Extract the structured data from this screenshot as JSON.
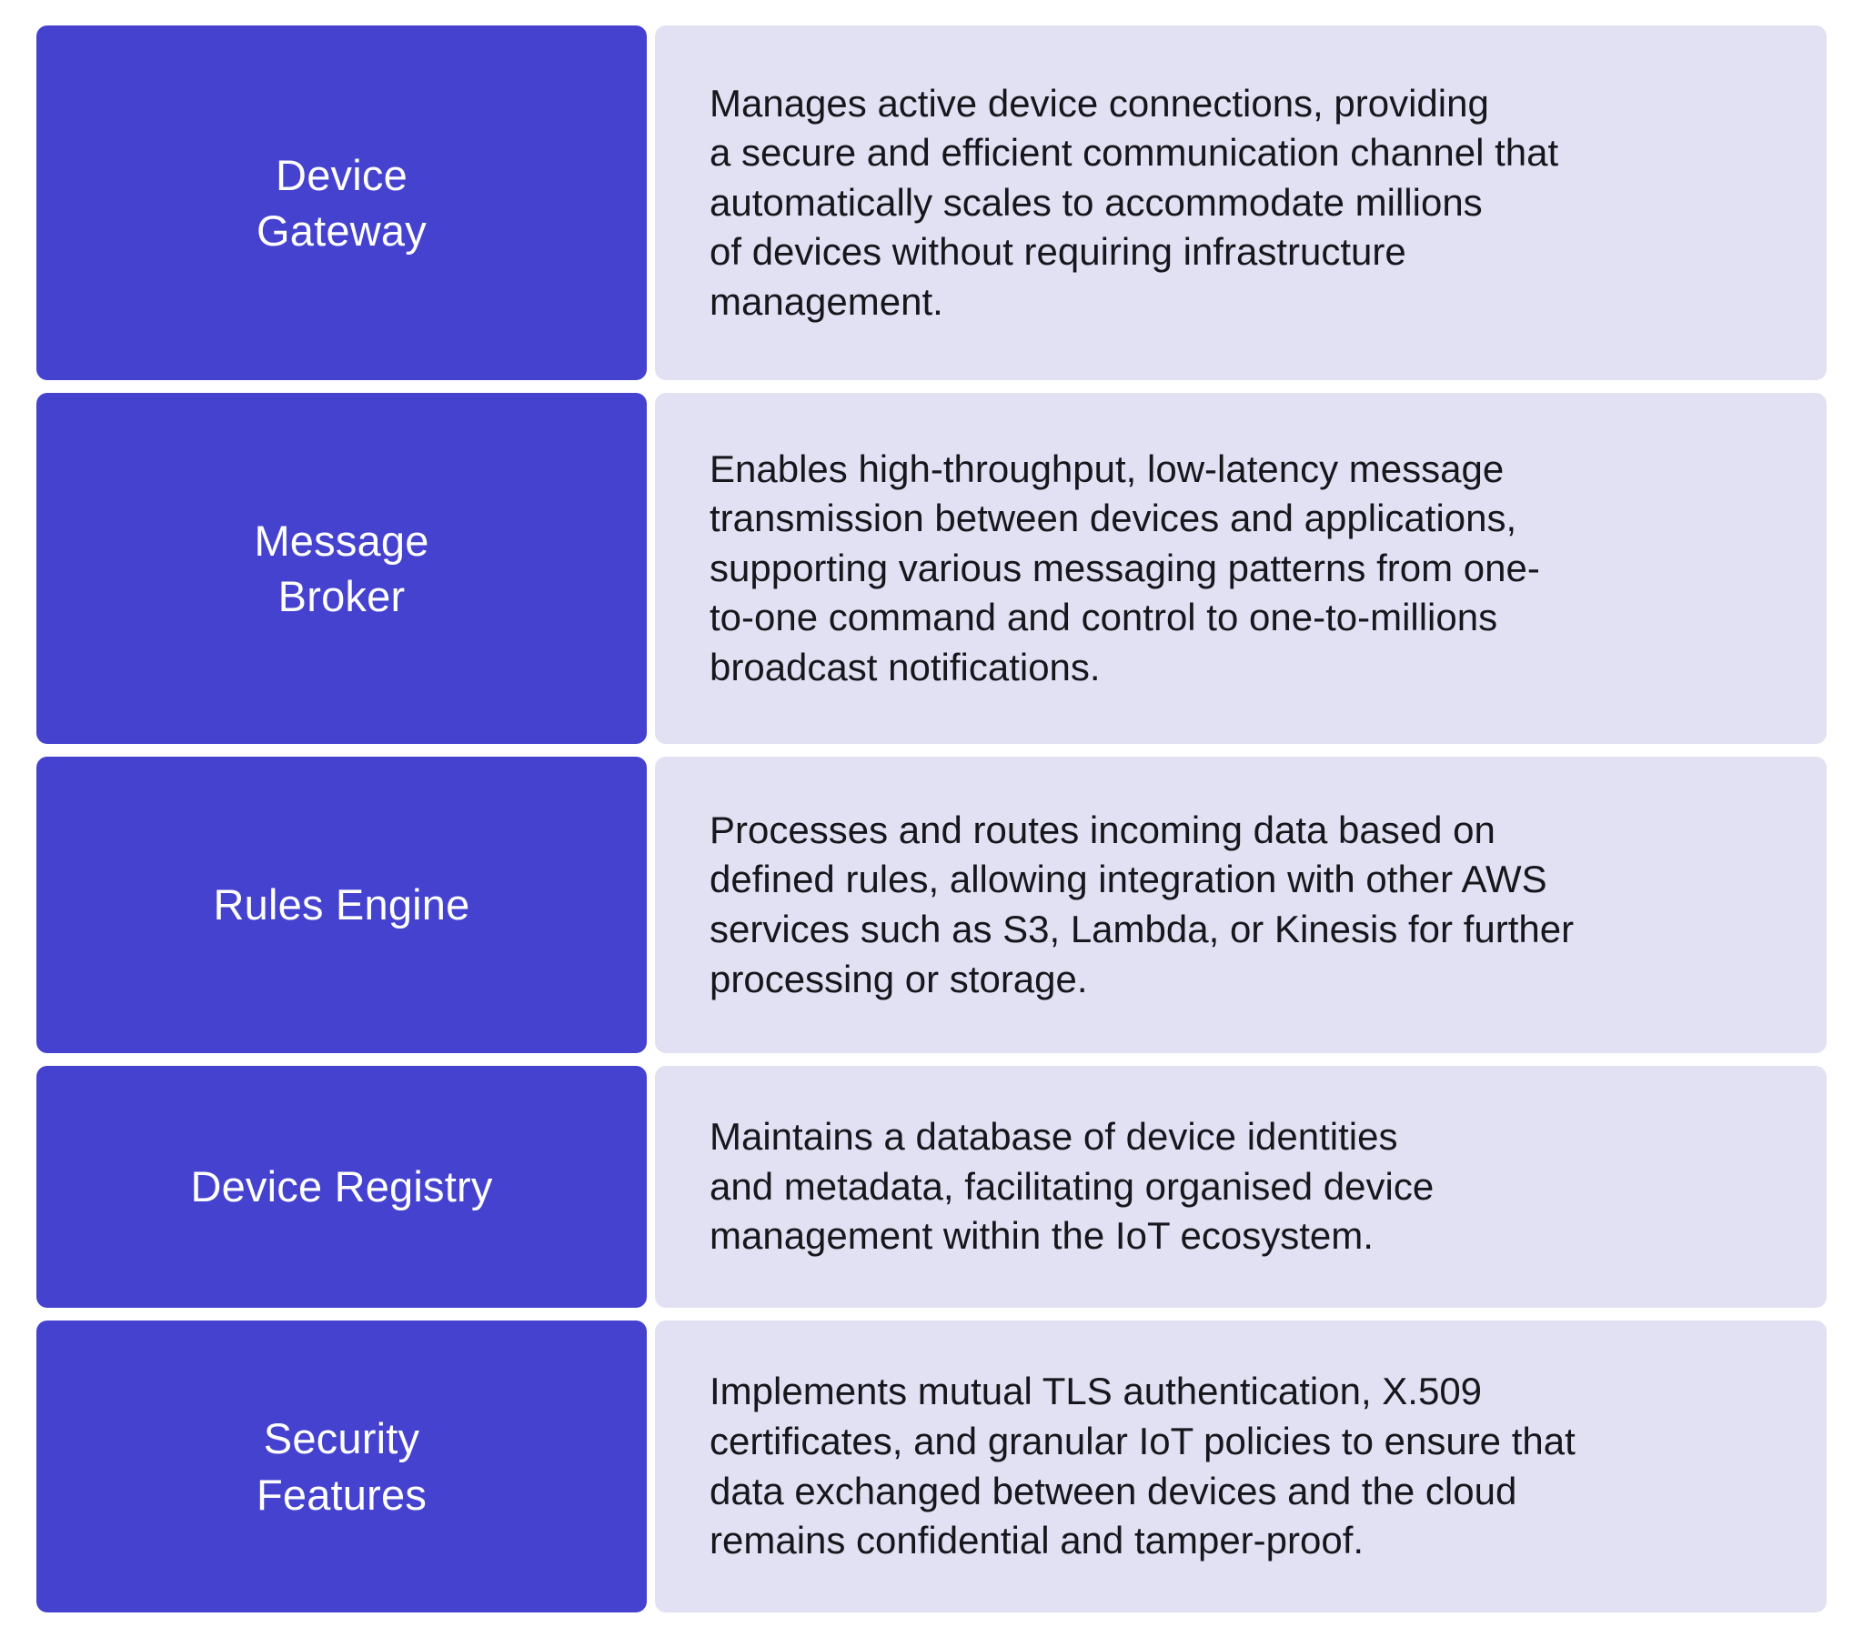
{
  "theme": {
    "page_background": "#ffffff",
    "label_cell_color": "#4442ce",
    "label_text_color": "#ffffff",
    "description_cell_color": "#e1e1f3",
    "description_text_color": "#16161c"
  },
  "table": {
    "rows": [
      {
        "label": "Device\nGateway",
        "description": "Manages active device connections, providing\na secure and efficient communication channel that\nautomatically scales to accommodate millions\nof devices without requiring infrastructure\nmanagement."
      },
      {
        "label": "Message\nBroker",
        "description": "Enables high-throughput, low-latency message\ntransmission between devices and applications,\nsupporting various messaging patterns from one-\nto-one command and control to one-to-millions\nbroadcast notifications."
      },
      {
        "label": "Rules Engine",
        "description": "Processes and routes incoming data based on\ndefined rules, allowing integration with other AWS\nservices such as S3, Lambda, or Kinesis for further\nprocessing or storage."
      },
      {
        "label": "Device Registry",
        "description": "Maintains a database of device identities\nand metadata, facilitating organised device\nmanagement within the IoT ecosystem."
      },
      {
        "label": "Security\nFeatures",
        "description": "Implements mutual TLS authentication, X.509\ncertificates, and granular IoT policies to ensure that\ndata exchanged between devices and the cloud\nremains confidential and tamper-proof."
      }
    ]
  }
}
